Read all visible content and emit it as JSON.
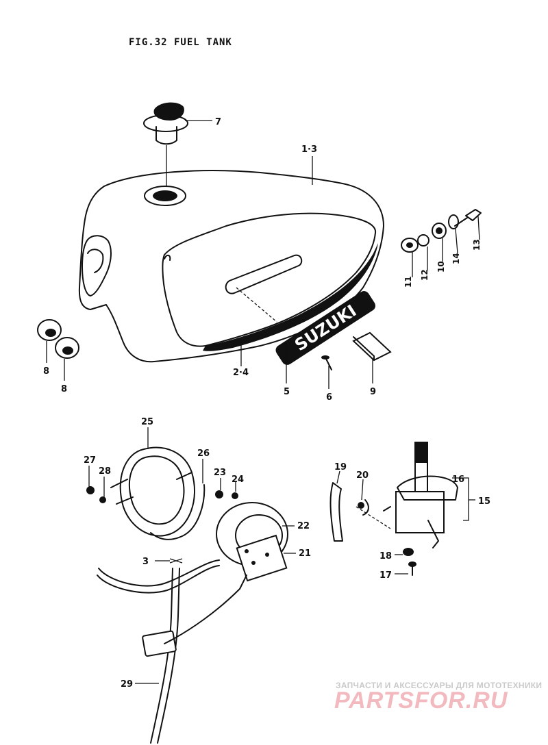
{
  "title": "FIG.32  FUEL TANK",
  "labels": {
    "l7": "7",
    "l13a": "1·3",
    "l24": "2·4",
    "l5": "5",
    "l6": "6",
    "l9": "9",
    "l8a": "8",
    "l8b": "8",
    "l11": "11",
    "l12": "12",
    "l10": "10",
    "l14": "14",
    "l13": "13",
    "l25": "25",
    "l26": "26",
    "l27": "27",
    "l28": "28",
    "l23": "23",
    "l24b": "24",
    "l22": "22",
    "l21": "21",
    "l30": "3",
    "l29": "29",
    "l19": "19",
    "l20": "20",
    "l16": "16",
    "l15": "15",
    "l18": "18",
    "l17": "17"
  },
  "emblem": "SUZUKI",
  "watermark": {
    "caption": "ЗАПЧАСТИ И АКСЕССУАРЫ ДЛЯ МОТОТЕХНИКИ",
    "logo": "PARTSFOR.RU"
  }
}
